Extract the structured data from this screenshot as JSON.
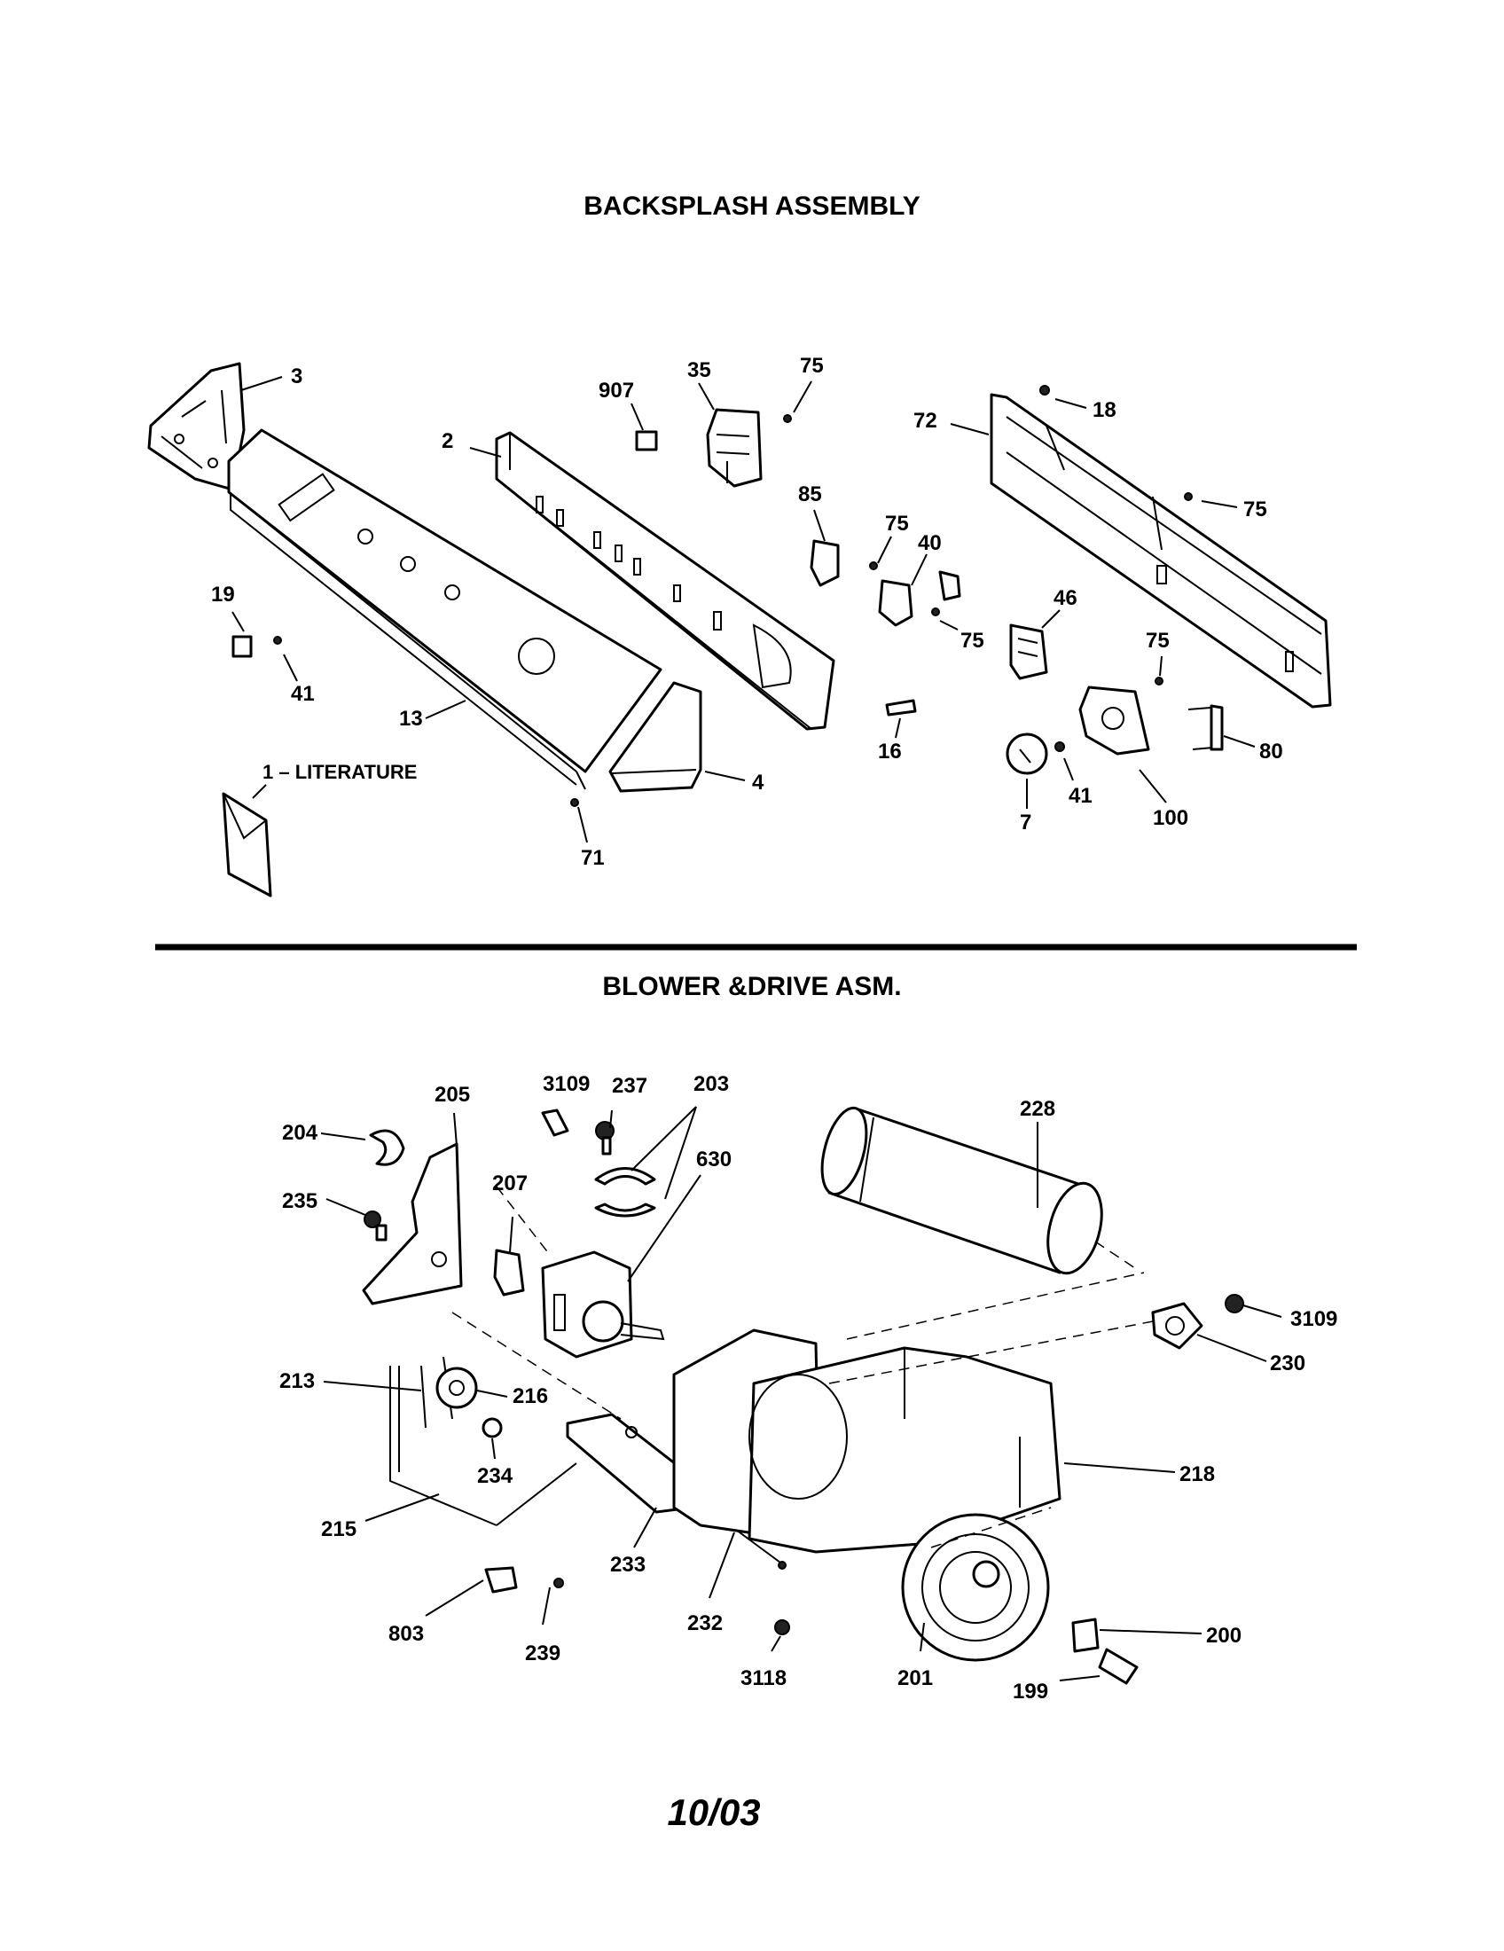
{
  "sections": {
    "backsplash_title": "BACKSPLASH ASSEMBLY",
    "blower_title": "BLOWER &DRIVE ASM."
  },
  "literature_label": "1 – LITERATURE",
  "footer_date": "10/03",
  "labels": {
    "l3": "3",
    "l907": "907",
    "l35": "35",
    "l75a": "75",
    "l72": "72",
    "l18": "18",
    "l2": "2",
    "l85": "85",
    "l75b": "75",
    "l40": "40",
    "l75c": "75",
    "l19": "19",
    "l41a": "41",
    "l13": "13",
    "l46": "46",
    "l75d": "75",
    "l75e": "75",
    "l16": "16",
    "l4": "4",
    "l80": "80",
    "l41b": "41",
    "l7": "7",
    "l100": "100",
    "l71": "71",
    "l205": "205",
    "l3109a": "3109",
    "l237": "237",
    "l203": "203",
    "l204": "204",
    "l630": "630",
    "l228": "228",
    "l235": "235",
    "l207": "207",
    "l3109b": "3109",
    "l230": "230",
    "l213": "213",
    "l216": "216",
    "l218": "218",
    "l234": "234",
    "l215": "215",
    "l233": "233",
    "l232": "232",
    "l200": "200",
    "l803": "803",
    "l239": "239",
    "l3118": "3118",
    "l201": "201",
    "l199": "199"
  }
}
